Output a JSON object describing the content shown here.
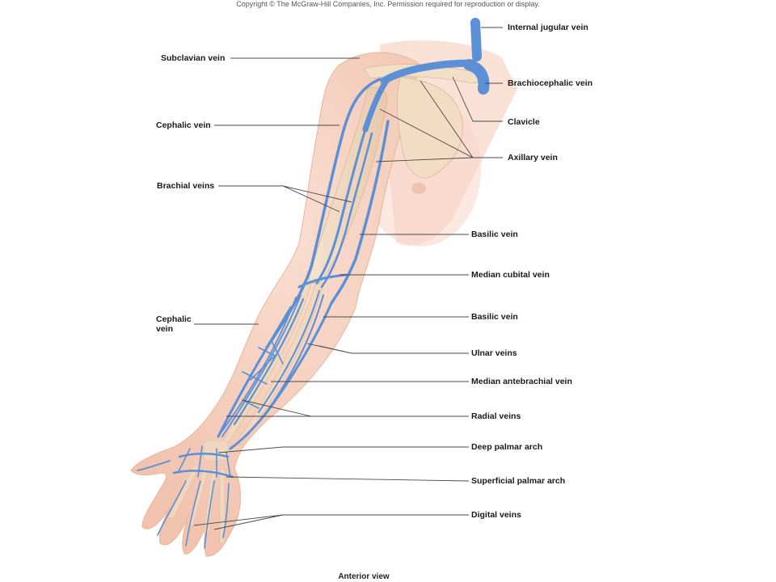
{
  "copyright": "Copyright © The McGraw-Hill Companies, Inc. Permission required for reproduction or display.",
  "caption": "Anterior view",
  "colors": {
    "vein": "#5b8fd6",
    "vein_dark": "#3e6fb8",
    "skin": "#f6d2c2",
    "skin_shade": "#eeb8a4",
    "bone": "#f1ddc6",
    "leader": "#4a4a4a"
  },
  "labels": {
    "internal_jugular": "Internal jugular vein",
    "brachiocephalic": "Brachiocephalic vein",
    "clavicle": "Clavicle",
    "axillary": "Axillary vein",
    "basilic_upper": "Basilic vein",
    "median_cubital": "Median cubital vein",
    "basilic_lower": "Basilic vein",
    "ulnar": "Ulnar veins",
    "median_antebrachial": "Median antebrachial vein",
    "radial": "Radial veins",
    "deep_palmar": "Deep palmar arch",
    "superficial_palmar": "Superficial palmar arch",
    "digital": "Digital veins",
    "subclavian": "Subclavian vein",
    "cephalic_upper": "Cephalic vein",
    "brachial": "Brachial veins",
    "cephalic_lower_1": "Cephalic",
    "cephalic_lower_2": "vein"
  }
}
